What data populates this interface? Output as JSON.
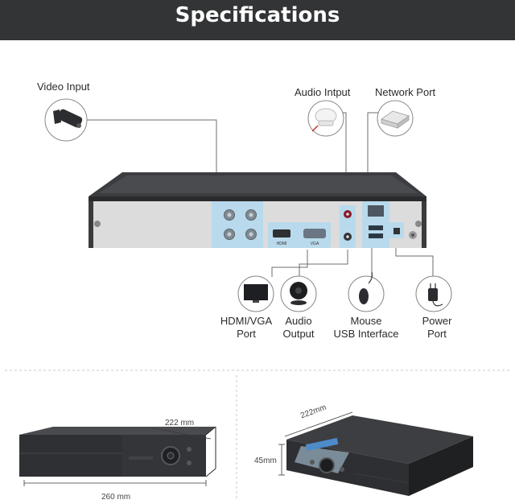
{
  "header": {
    "title": "Specifications"
  },
  "labels": {
    "video_input": "Video Input",
    "audio_input": "Audio Intput",
    "network_port": "Network Port",
    "hdmi_vga_line1": "HDMI/VGA",
    "hdmi_vga_line2": "Port",
    "audio_output_line1": "Audio",
    "audio_output_line2": "Output",
    "mouse_line1": "Mouse",
    "mouse_line2": "USB Interface",
    "power_line1": "Power",
    "power_line2": "Port"
  },
  "dimensions": {
    "front_depth": "222 mm",
    "front_width": "260 mm",
    "angled_depth": "222mm",
    "angled_height": "45mm"
  },
  "panel_marks": {
    "hdmi": "HDMI",
    "vga": "VGA"
  },
  "colors": {
    "header_bg": "#333436",
    "accent_blue": "#b9d9ec",
    "panel_gray": "#dcdcdc",
    "device_dark": "#2f3033"
  }
}
